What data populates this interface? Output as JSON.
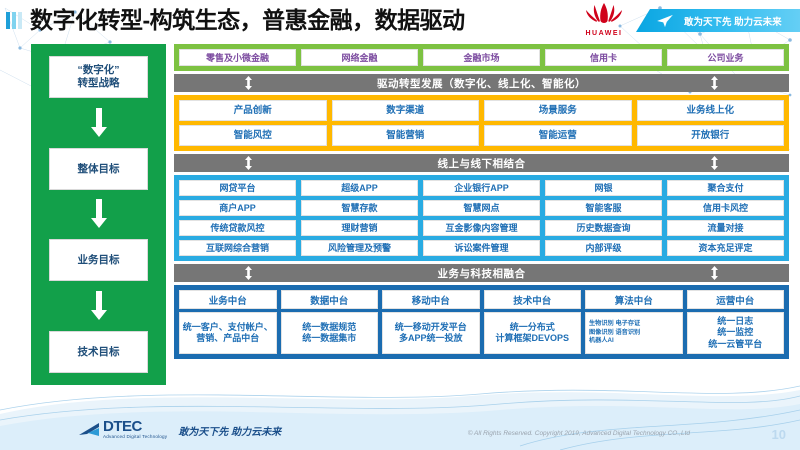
{
  "header": {
    "title": "数字化转型-构筑生态，普惠金融，数据驱动",
    "brand": "HUAWEI",
    "ribbon_text": "敢为天下先 助力云未来"
  },
  "left_column": {
    "items": [
      {
        "line1": "“数字化”",
        "line2": "转型战略"
      },
      {
        "line1": "整体目标",
        "line2": ""
      },
      {
        "line1": "业务目标",
        "line2": ""
      },
      {
        "line1": "技术目标",
        "line2": ""
      }
    ]
  },
  "sections": {
    "business_lines": {
      "color": "#7DC242",
      "cells": [
        "零售及小微金融",
        "网络金融",
        "金融市场",
        "信用卡",
        "公司业务"
      ]
    },
    "band_drive": "驱动转型发展（数字化、线上化、智能化）",
    "transformation": {
      "color": "#FFB800",
      "rows": [
        [
          "产品创新",
          "数字渠道",
          "场景服务",
          "业务线上化"
        ],
        [
          "智能风控",
          "智能营销",
          "智能运营",
          "开放银行"
        ]
      ]
    },
    "band_online_offline": "线上与线下相结合",
    "channels": {
      "color": "#29ABE2",
      "rows": [
        [
          "网贷平台",
          "超级APP",
          "企业银行APP",
          "网银",
          "聚合支付"
        ],
        [
          "商户APP",
          "智慧存款",
          "智慧网点",
          "智能客服",
          "信用卡风控"
        ],
        [
          "传统贷款风控",
          "理财营销",
          "互金影像内容管理",
          "历史数据查询",
          "流量对接"
        ],
        [
          "互联网综合营销",
          "风险管理及预警",
          "诉讼案件管理",
          "内部评级",
          "资本充足评定"
        ]
      ]
    },
    "band_business_tech": "业务与科技相融合",
    "platforms": {
      "color": "#1B6CB0",
      "columns": [
        {
          "head": "业务中台",
          "body": "统一客户、支付帐户、营销、产品中台",
          "small": false
        },
        {
          "head": "数据中台",
          "body": "统一数据规范\n统一数据集市",
          "small": false
        },
        {
          "head": "移动中台",
          "body": "统一移动开发平台\n多APP统一投放",
          "small": false
        },
        {
          "head": "技术中台",
          "body": "统一分布式\n计算框架DEVOPS",
          "small": false
        },
        {
          "head": "算法中台",
          "body": "生物识别 电子存证\n图像识别 语音识别\n机器人AI",
          "small": true
        },
        {
          "head": "运营中台",
          "body": "统一日志\n统一监控\n统一云管平台",
          "small": false
        }
      ]
    }
  },
  "footer": {
    "logo_name": "DTEC",
    "logo_sub": "Advanced Digital Technology",
    "slogan": "敢为天下先   助力云未来",
    "copyright": "© All Rights Reserved. Copyright 2019, Advanced Digital Technology CO.,Ltd",
    "page_number": "10"
  }
}
